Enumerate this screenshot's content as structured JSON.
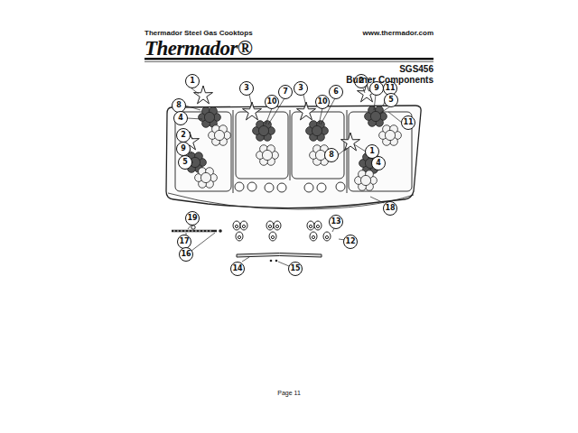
{
  "diagram": {
    "title": "Burner Components",
    "labels": [
      "Thermador Steel Gas Cooktops",
      "www.thermador.com",
      "Thermador®",
      "SGS456",
      "1",
      "8",
      "4",
      "2",
      "9",
      "5",
      "3",
      "10",
      "7",
      "3",
      "10",
      "6",
      "2",
      "9",
      "11",
      "5",
      "11",
      "8",
      "1",
      "4",
      "18",
      "19",
      "17",
      "16",
      "13",
      "12",
      "14",
      "15",
      "Page 11"
    ]
  }
}
